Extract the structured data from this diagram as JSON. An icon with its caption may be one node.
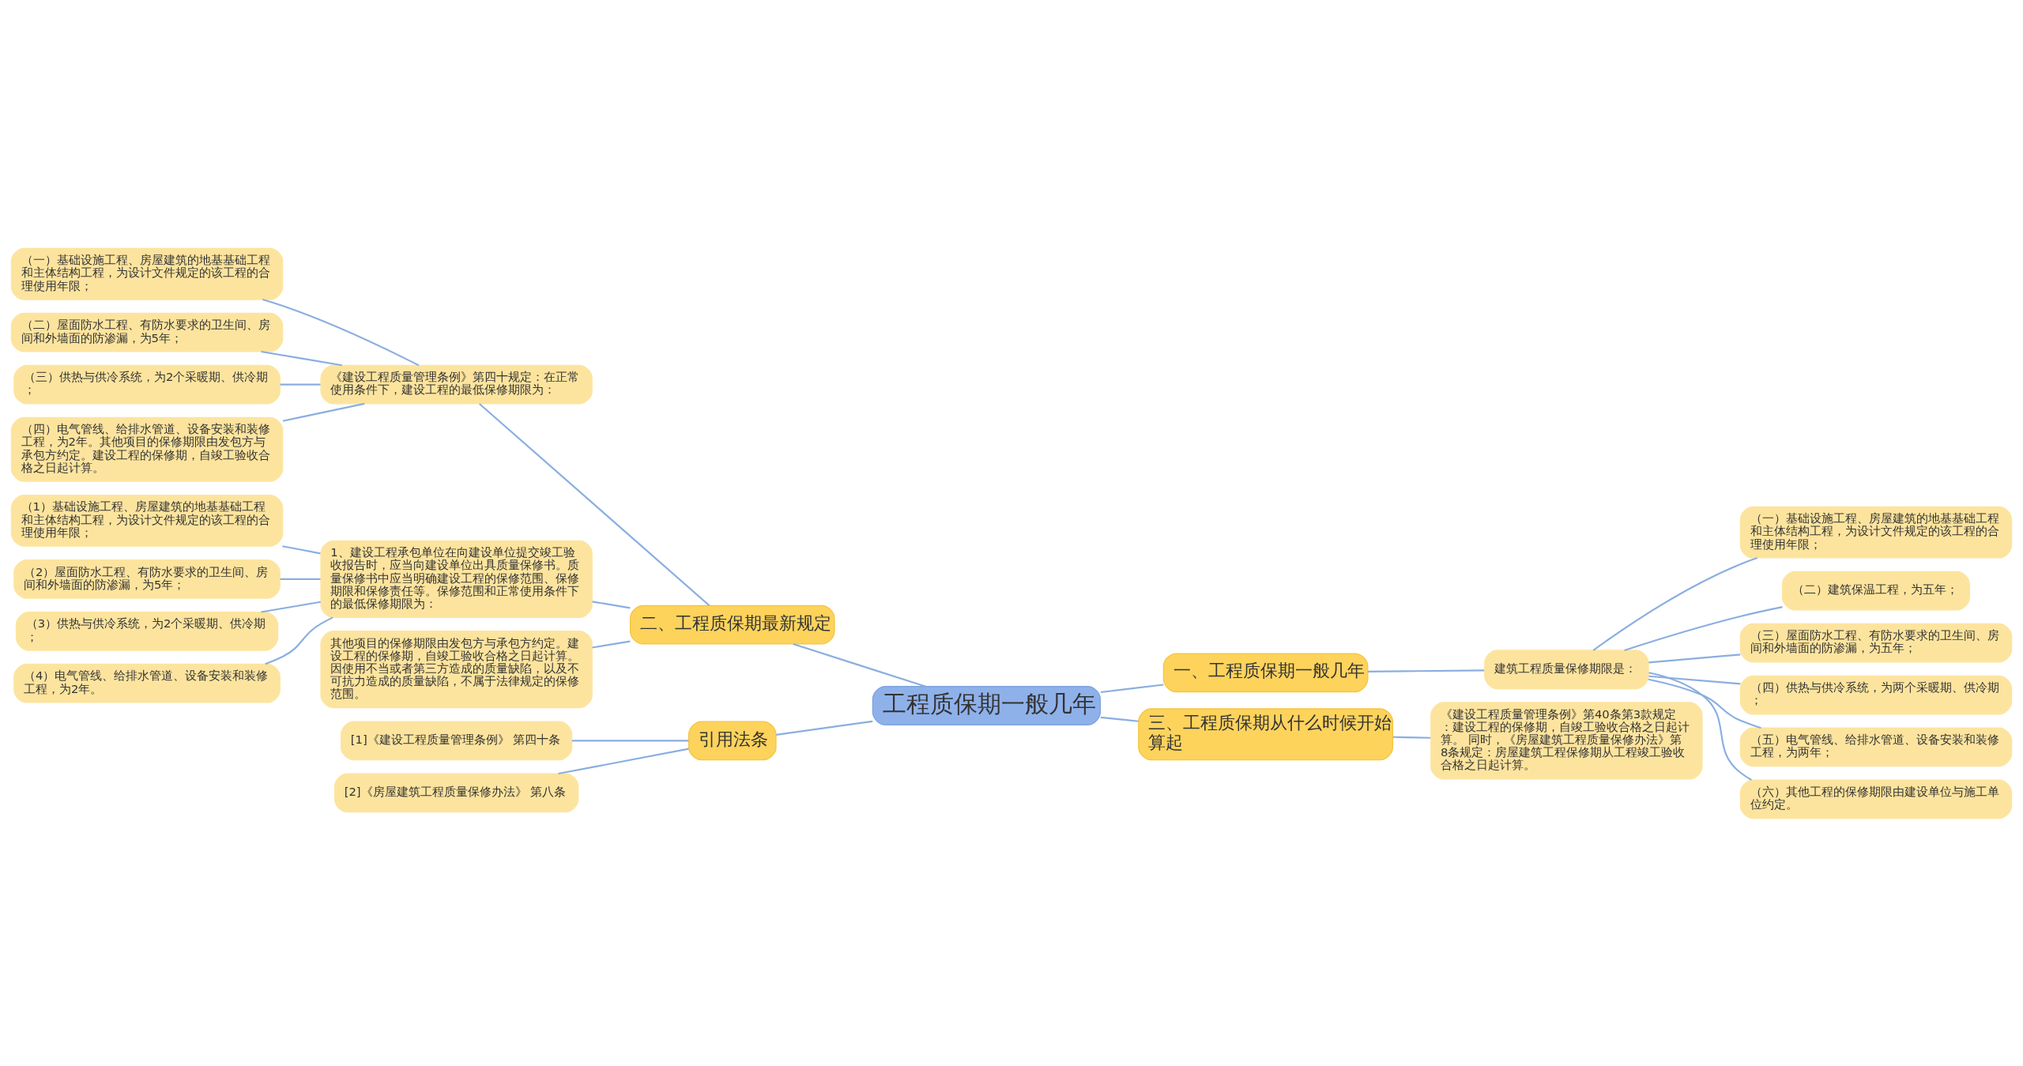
{
  "diagram": {
    "nodes": [
      {
        "text": [
          "工程质保期一般几年"
        ]
      },
      {
        "text": [
          "一、工程质保期一般几年"
        ]
      },
      {
        "text": [
          "建筑工程质量保修期限是："
        ]
      },
      {
        "text": [
          "（一）基础设施工程、房屋建筑的地基基础工程和主体结构工程，为设计文件规定的该工程的合理使用年限；"
        ]
      },
      {
        "text": [
          "（二）建筑保温工程，为五年；"
        ]
      },
      {
        "text": [
          "（三）屋面防水工程、有防水要求的卫生间、房间和外墙面的防渗漏，为五年；"
        ]
      },
      {
        "text": [
          "（四）供热与供冷系统，为两个采暖期、供冷期；"
        ]
      },
      {
        "text": [
          "（五）电气管线、给排水管道、设备安装和装修工程，为两年；"
        ]
      },
      {
        "text": [
          "（六）其他工程的保修期限由建设单位与施工单位约定。"
        ]
      },
      {
        "text": [
          "三、工程质保期从什么时候开始算起"
        ]
      },
      {
        "text": [
          "《建设工程质量管理条例》第40条第3款规定：建设工程的保修期，自竣工验收合格之日起计算。 同时，《房屋建筑工程质量保修办法》第8条规定：房屋建筑工程保修期从工程竣工验收合格之日起计算。"
        ]
      },
      {
        "text": [
          "二、工程质保期最新规定"
        ]
      },
      {
        "text": [
          "《建设工程质量管理条例》第四十规定：在正常使用条件下，建设工程的最低保修期限为："
        ]
      },
      {
        "text": [
          "（一）基础设施工程、房屋建筑的地基基础工程和主体结构工程，为设计文件规定的该工程的合理使用年限；"
        ]
      },
      {
        "text": [
          "（二）屋面防水工程、有防水要求的卫生间、房间和外墙面的防渗漏，为5年；"
        ]
      },
      {
        "text": [
          "（三）供热与供冷系统，为2个采暖期、供冷期；"
        ]
      },
      {
        "text": [
          "（四）电气管线、给排水管道、设备安装和装修工程，为2年。其他项目的保修期限由发包方与承包方约定。建设工程的保修期，自竣工验收合格之日起计算。"
        ]
      },
      {
        "text": [
          "1、建设工程承包单位在向建设单位提交竣工验收报告时，应当向建设单位出具质量保修书。质量保修书中应当明确建设工程的保修范围、保修期限和保修责任等。保修范围和正常使用条件下的最低保修期限为："
        ]
      },
      {
        "text": [
          "（1）基础设施工程、房屋建筑的地基基础工程和主体结构工程，为设计文件规定的该工程的合理使用年限；"
        ]
      },
      {
        "text": [
          "（2）屋面防水工程、有防水要求的卫生间、房间和外墙面的防渗漏，为5年；"
        ]
      },
      {
        "text": [
          "（3）供热与供冷系统，为2个采暖期、供冷期；"
        ]
      },
      {
        "text": [
          "（4）电气管线、给排水管道、设备安装和装修工程，为2年。"
        ]
      },
      {
        "text": [
          "其他项目的保修期限由发包方与承包方约定。建设工程的保修期，自竣工验收合格之日起计算。因使用不当或者第三方造成的质量缺陷，以及不可抗力造成的质量缺陷，不属于法律规定的保修范围。"
        ]
      },
      {
        "text": [
          "引用法条"
        ]
      },
      {
        "text": [
          "[1]《建设工程质量管理条例》 第四十条"
        ]
      },
      {
        "text": [
          "[2]《房屋建筑工程质量保修办法》 第八条"
        ]
      }
    ],
    "edges": [
      {
        "from": 0,
        "to": 1,
        "arrow": "none"
      },
      {
        "from": 1,
        "to": 2,
        "arrow": "none"
      },
      {
        "from": 2,
        "to": 3,
        "arrow": "none"
      },
      {
        "from": 2,
        "to": 4,
        "arrow": "none"
      },
      {
        "from": 2,
        "to": 5,
        "arrow": "none"
      },
      {
        "from": 2,
        "to": 6,
        "arrow": "none"
      },
      {
        "from": 2,
        "to": 7,
        "arrow": "none"
      },
      {
        "from": 2,
        "to": 8,
        "arrow": "none"
      },
      {
        "from": 0,
        "to": 9,
        "arrow": "none"
      },
      {
        "from": 9,
        "to": 10,
        "arrow": "none"
      },
      {
        "from": 0,
        "to": 11,
        "arrow": "none"
      },
      {
        "from": 11,
        "to": 12,
        "arrow": "none"
      },
      {
        "from": 12,
        "to": 13,
        "arrow": "none"
      },
      {
        "from": 12,
        "to": 14,
        "arrow": "none"
      },
      {
        "from": 12,
        "to": 15,
        "arrow": "none"
      },
      {
        "from": 12,
        "to": 16,
        "arrow": "none"
      },
      {
        "from": 11,
        "to": 17,
        "arrow": "none"
      },
      {
        "from": 17,
        "to": 18,
        "arrow": "none"
      },
      {
        "from": 17,
        "to": 19,
        "arrow": "none"
      },
      {
        "from": 17,
        "to": 20,
        "arrow": "none"
      },
      {
        "from": 17,
        "to": 21,
        "arrow": "none"
      },
      {
        "from": 11,
        "to": 22,
        "arrow": "none"
      },
      {
        "from": 0,
        "to": 23,
        "arrow": "none"
      },
      {
        "from": 23,
        "to": 24,
        "arrow": "none"
      },
      {
        "from": 23,
        "to": 25,
        "arrow": "none"
      }
    ]
  }
}
